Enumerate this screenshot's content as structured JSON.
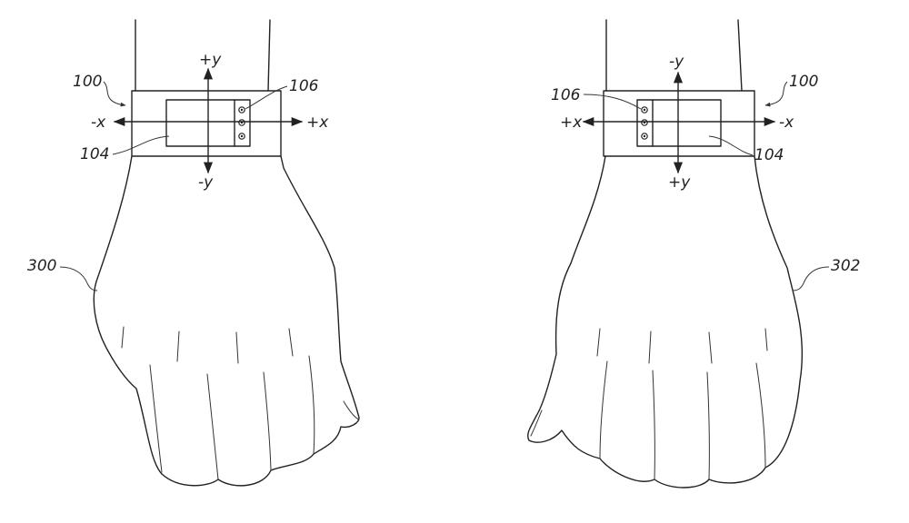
{
  "colors": {
    "line": "#222222",
    "background": "#ffffff"
  },
  "left_figure": {
    "device_label": "100",
    "display_label": "104",
    "buttons_label": "106",
    "hand_label": "300",
    "axes": {
      "pos_y": "+y",
      "neg_y": "-y",
      "pos_x": "+x",
      "neg_x": "-x"
    }
  },
  "right_figure": {
    "device_label": "100",
    "display_label": "104",
    "buttons_label": "106",
    "hand_label": "302",
    "axes": {
      "pos_y": "+y",
      "neg_y": "-y",
      "pos_x": "+x",
      "neg_x": "-x"
    }
  }
}
